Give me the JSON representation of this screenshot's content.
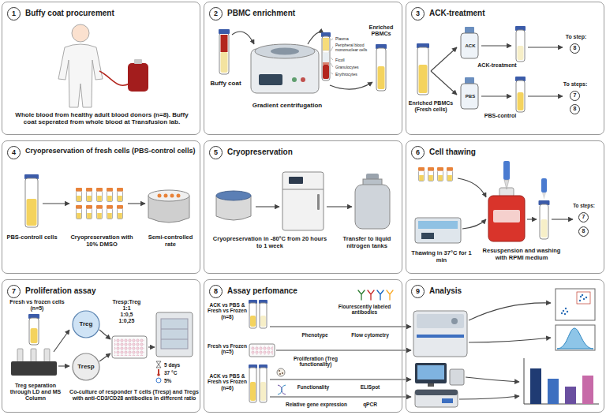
{
  "diagram": {
    "nodes": [
      {
        "text": [
          "1",
          "Buffy coat procurement",
          "Whole blood from healthy adult blood donors (n=8). Buffy coat seperated from whole blood at Transfusion lab."
        ]
      },
      {
        "text": [
          "2",
          "PBMC enrichment",
          "Buffy coat",
          "Gradient centrifugation",
          "Plasma",
          "Peripheral blood mononuclear cells",
          "Ficoll",
          "Granulocytes",
          "Erythrocytes",
          "Enriched PBMCs"
        ]
      },
      {
        "text": [
          "3",
          "ACK-treatment",
          "Enriched PBMCs (Fresh cells)",
          "ACK",
          "ACK-treatment",
          "PBS",
          "PBS-control",
          "To step:",
          "8",
          "To steps:",
          "7",
          "8"
        ]
      },
      {
        "text": [
          "4",
          "Cryopreservation of fresh cells (PBS-control cells)",
          "PBS-controll cells",
          "Cryopreservation with 10% DMSO",
          "Semi-controlled rate"
        ]
      },
      {
        "text": [
          "5",
          "Cryopreservation",
          "Cryopreservation in -80°C from 20 hours to 1 week",
          "Transfer to liquid nitrogen tanks"
        ]
      },
      {
        "text": [
          "6",
          "Cell thawing",
          "Thawing in 37°C for 1 min",
          "Resuspension and washing with RPMI medium",
          "To steps:",
          "7",
          "8"
        ]
      },
      {
        "text": [
          "7",
          "Proliferation assay",
          "Fresh vs frozen cells (n=5)",
          "Treg separation through LD and MS Column",
          "Tresp:Treg 1:1 1:0,5 1:0,25",
          "5 days",
          "37 °C",
          "5%",
          "Co-culture of responder T cells (Tresp) and Tregs with anti-CD3/CD28 antibodies in different ratio"
        ]
      },
      {
        "text": [
          "Treg"
        ],
        "in": 6
      },
      {
        "text": [
          "Tresp"
        ],
        "in": 6
      },
      {
        "text": [
          "8",
          "Assay perfomance",
          "ACK vs PBS & Fresh vs Frozen (n=8)",
          "Flourescently labeled antibodies",
          "Phenotype",
          "Flow cytometry",
          "Fresh vs Frozen (n=5)",
          "Proliferation (Treg functionality)",
          "ACK vs PBS & Fresh vs Frozen (n=6)",
          "Functionality",
          "ELISpot",
          "Relative gene expression",
          "qPCR"
        ]
      },
      {
        "text": [
          "9",
          "Analysis"
        ]
      }
    ]
  }
}
